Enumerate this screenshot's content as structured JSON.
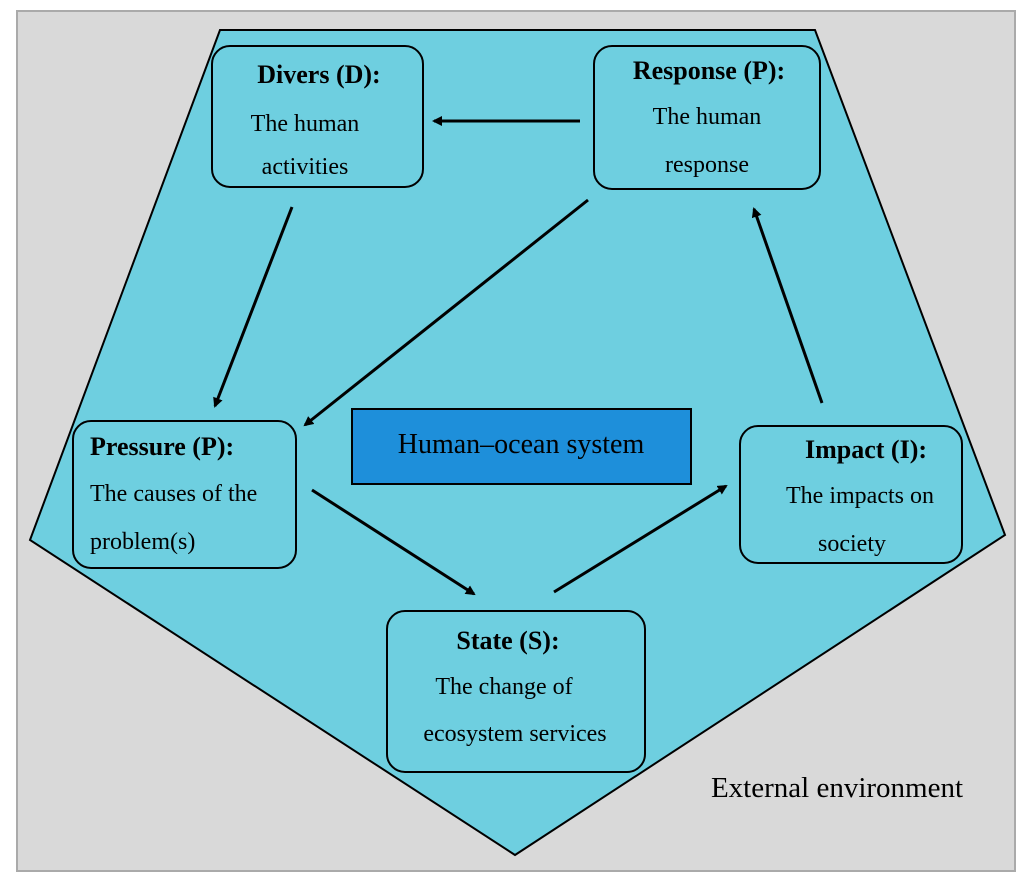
{
  "colors": {
    "background": "#d9d9d9",
    "pentagon_fill": "#6ecfe0",
    "box_fill": "#6ecfe0",
    "center_fill": "#1e8fda",
    "stroke": "#000000",
    "text": "#000000"
  },
  "nodes": {
    "drivers": {
      "title": "Divers (D):",
      "line1": "The human",
      "line2": "activities"
    },
    "response": {
      "title": "Response (P):",
      "line1": "The human",
      "line2": "response"
    },
    "pressure": {
      "title": "Pressure (P):",
      "line1": "The causes of the",
      "line2": "problem(s)"
    },
    "impact": {
      "title": "Impact (I):",
      "line1": "The impacts on",
      "line2": "society"
    },
    "state": {
      "title": "State (S):",
      "line1": "The change of",
      "line2": "ecosystem services"
    }
  },
  "center_label": "Human–ocean system",
  "external_label": "External environment"
}
